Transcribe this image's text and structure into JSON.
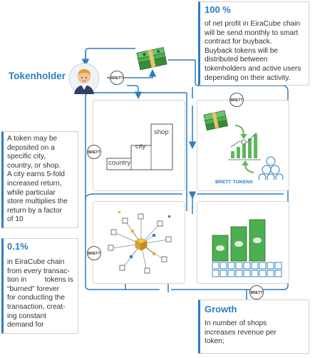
{
  "tokenholder_label": "Tokenholder",
  "coin_label": "BRETT",
  "buyback": {
    "percent": "100 %",
    "lines": [
      "of net profit in EiraCube chain",
      "will be send monthly to smart",
      "contract for buyback.",
      "Buyback tokens will be",
      "distributed between",
      "tokenholders and active users",
      "depending on their activity."
    ]
  },
  "location": {
    "lines": [
      "A token may be",
      "deposited on a",
      "specific city,",
      "country, or shop.",
      "A city earns 5-fold",
      "increased return,",
      "while particular",
      "store multiplies the",
      "return by a factor",
      "of 10"
    ]
  },
  "stairs": {
    "shop": "shop",
    "city": "city",
    "country": "country"
  },
  "brett_tokens_label": "BRETT TOKENS",
  "burn": {
    "percent": "0.1%",
    "lines": [
      "in EiraCube chain",
      "from every transac-",
      "tion in         tokens is",
      "“burned” forever",
      "for conducting the",
      "transaction, creat-",
      "ing constant",
      "demand for"
    ]
  },
  "growth": {
    "title": "Growth",
    "lines": [
      "In number of shops",
      "increases revenue per",
      "token;"
    ]
  },
  "colors": {
    "accent": "#2d7dc0",
    "money_green": "#4caf50",
    "arrow_green": "#5cb85c",
    "person_skin": "#f2c49a",
    "person_hair": "#e0a030"
  }
}
